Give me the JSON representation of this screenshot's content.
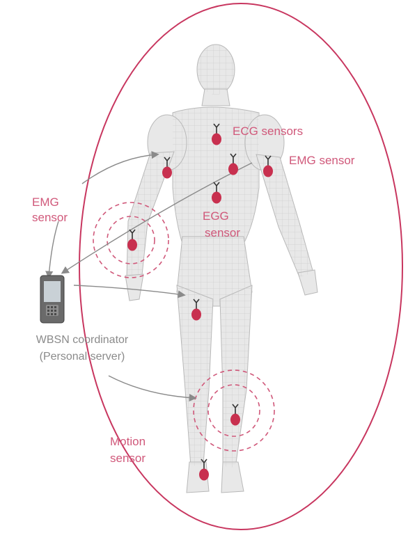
{
  "colors": {
    "accent": "#c8365f",
    "sensor": "#c8304f",
    "label": "#d0587a",
    "arrow": "#8a8a8a",
    "body_fill": "#e6e6e6",
    "body_mesh": "#c2c2c2"
  },
  "labels": {
    "ecg": "ECG sensors",
    "emg_right": "EMG sensor",
    "emg_left_line1": "EMG",
    "emg_left_line2": "sensor",
    "egg_line1": "EGG",
    "egg_line2": "sensor",
    "coordinator_line1": "WBSN coordinator",
    "coordinator_line2": "(Personal server)",
    "motion_line1": "Motion",
    "motion_line2": "sensor"
  },
  "icons": {
    "sensor": "sensor-node-icon",
    "coordinator": "pda-device-icon"
  }
}
